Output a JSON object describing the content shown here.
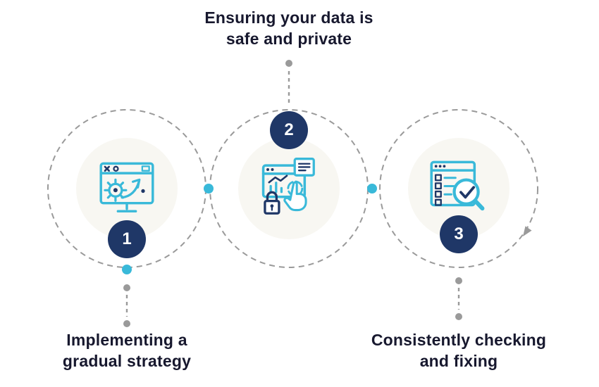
{
  "steps": [
    {
      "number": "1",
      "label": "Implementing a\ngradual strategy",
      "icon": "monitor-gear-growth-arrow-icon"
    },
    {
      "number": "2",
      "label": "Ensuring your data is\nsafe and private",
      "icon": "dashboard-padlock-click-icon"
    },
    {
      "number": "3",
      "label": "Consistently checking\nand fixing",
      "icon": "checklist-magnifier-check-icon"
    }
  ],
  "colors": {
    "cyan": "#39b9d9",
    "navy": "#1f3767",
    "gray": "#9a9a9a",
    "circle_fill": "#f8f7f2",
    "text": "#17182e",
    "badge_text": "#ffffff"
  }
}
